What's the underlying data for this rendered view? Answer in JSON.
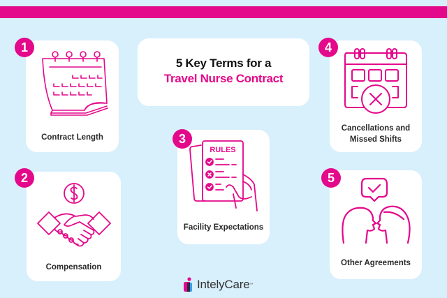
{
  "header": {
    "bar_color": "#e4088b"
  },
  "title": {
    "line1": "5 Key Terms for a",
    "line2": "Travel Nurse Contract"
  },
  "items": [
    {
      "number": "1",
      "label": "Contract Length",
      "icon": "calendar-pages-icon"
    },
    {
      "number": "2",
      "label": "Compensation",
      "icon": "handshake-dollar-icon"
    },
    {
      "number": "3",
      "label": "Facility Expectations",
      "icon": "rules-clipboard-icon",
      "icon_text": "RULES"
    },
    {
      "number": "4",
      "label_line1": "Cancellations and",
      "label_line2": "Missed Shifts",
      "icon": "calendar-cancel-icon"
    },
    {
      "number": "5",
      "label": "Other Agreements",
      "icon": "people-agreement-icon"
    }
  ],
  "logo": {
    "text": "IntelyCare",
    "tm": "™"
  },
  "colors": {
    "accent": "#e4088b",
    "background": "#d8effc",
    "card": "#ffffff",
    "text": "#2a2a2a",
    "logo_blue": "#3aa0e8"
  }
}
